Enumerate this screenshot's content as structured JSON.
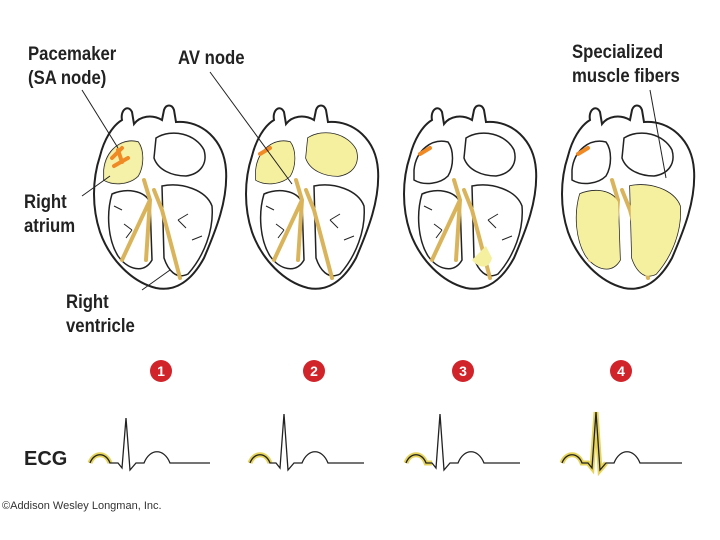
{
  "labels": {
    "pacemaker_line1": "Pacemaker",
    "pacemaker_line2": "(SA node)",
    "av_node": "AV node",
    "specialized_line1": "Specialized",
    "specialized_line2": "muscle fibers",
    "right_atrium_line1": "Right",
    "right_atrium_line2": "atrium",
    "right_ventricle_line1": "Right",
    "right_ventricle_line2": "ventricle",
    "ecg": "ECG"
  },
  "steps": [
    "1",
    "2",
    "3",
    "4"
  ],
  "copyright": "©Addison Wesley Longman, Inc.",
  "colors": {
    "badge": "#d1232a",
    "fiber": "#d9b45a",
    "excited": "#f5f0a0",
    "sa_node": "#f08a24"
  }
}
